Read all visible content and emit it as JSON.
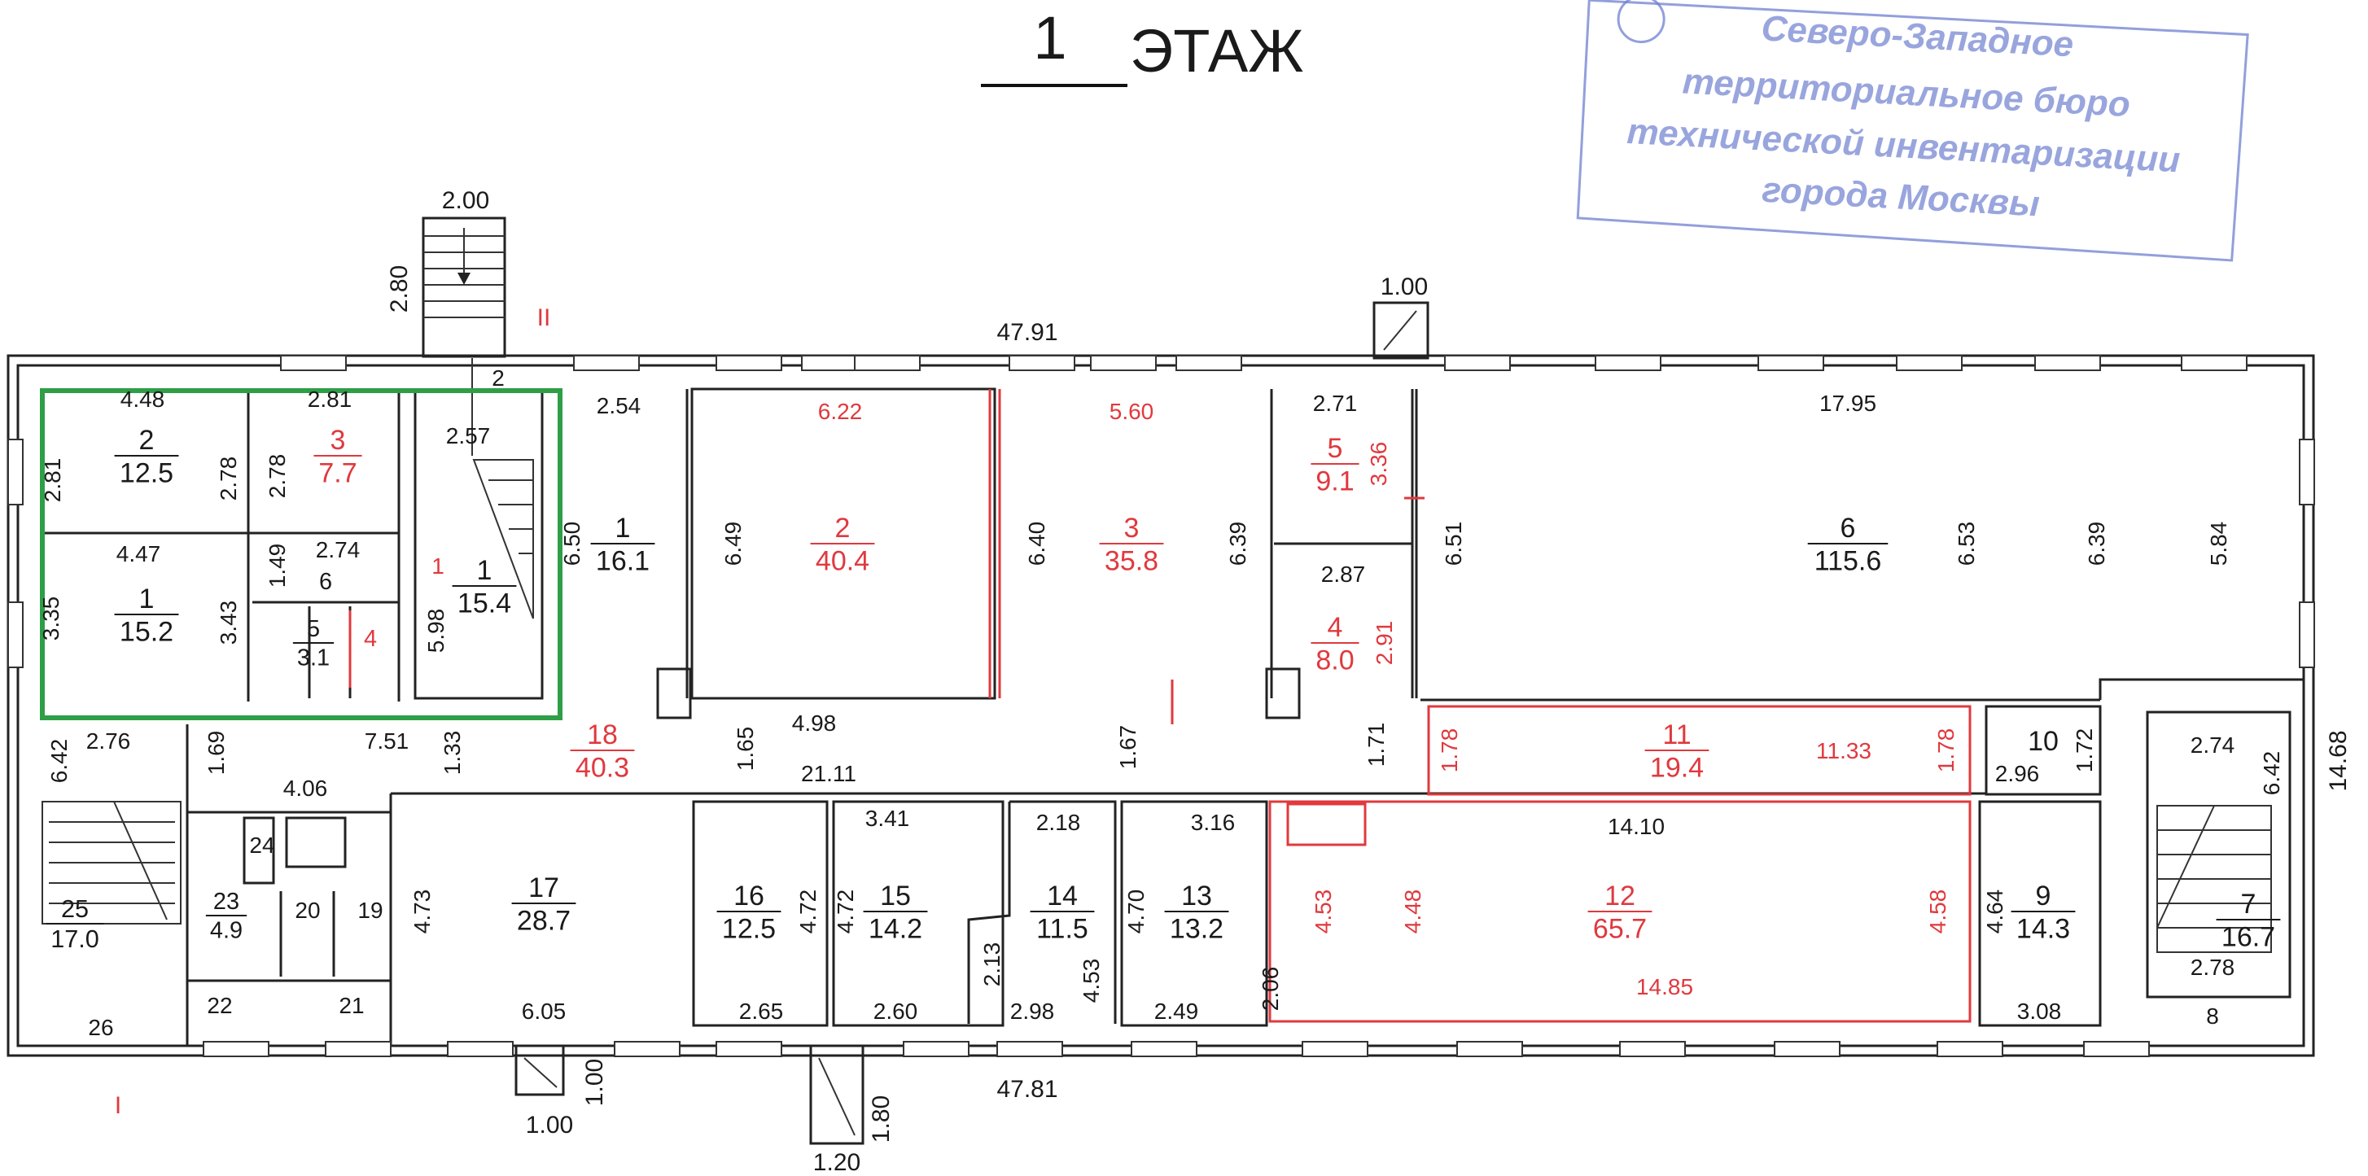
{
  "floor": {
    "number": "1",
    "title": "ЭТАЖ"
  },
  "stamp": {
    "lines": [
      "Северо-Западное",
      "территориальное бюро",
      "технической инвентаризации",
      "города Москвы"
    ]
  },
  "section_marks": [
    "II",
    "I"
  ],
  "overall_dims": [
    {
      "id": "top",
      "text": "47.91"
    },
    {
      "id": "bottom",
      "text": "47.81"
    },
    {
      "id": "right",
      "text": "14.68"
    }
  ],
  "annex_dims": [
    {
      "id": "stair-n-width",
      "text": "2.00"
    },
    {
      "id": "stair-n-depth",
      "text": "2.80"
    },
    {
      "id": "entry-n-width",
      "text": "1.00"
    },
    {
      "id": "entry-s1-w",
      "text": "1.00"
    },
    {
      "id": "entry-s1-d",
      "text": "1.00"
    },
    {
      "id": "entry-s2-w",
      "text": "1.20"
    },
    {
      "id": "entry-s2-d",
      "text": "1.80"
    }
  ],
  "rooms": [
    {
      "id": "hl-2",
      "num": "2",
      "area": "12.5",
      "red": false
    },
    {
      "id": "hl-3",
      "num": "3",
      "area": "7.7",
      "red": true
    },
    {
      "id": "hl-1",
      "num": "1",
      "area": "15.2",
      "red": false
    },
    {
      "id": "hl-6",
      "num": "6",
      "area": "",
      "red": false
    },
    {
      "id": "hl-5",
      "num": "5",
      "area": "3.1",
      "red": false
    },
    {
      "id": "hl-4",
      "num": "4",
      "area": "",
      "red": true
    },
    {
      "id": "hl-st",
      "num": "1",
      "area": "15.4",
      "red": false
    },
    {
      "id": "r1",
      "num": "1",
      "area": "16.1",
      "red": false
    },
    {
      "id": "r2",
      "num": "2",
      "area": "40.4",
      "red": true
    },
    {
      "id": "r3",
      "num": "3",
      "area": "35.8",
      "red": true
    },
    {
      "id": "r5",
      "num": "5",
      "area": "9.1",
      "red": true
    },
    {
      "id": "r4",
      "num": "4",
      "area": "8.0",
      "red": true
    },
    {
      "id": "r6",
      "num": "6",
      "area": "115.6",
      "red": false
    },
    {
      "id": "r18",
      "num": "18",
      "area": "40.3",
      "red": true
    },
    {
      "id": "r11",
      "num": "11",
      "area": "19.4",
      "red": true
    },
    {
      "id": "r10",
      "num": "10",
      "area": "",
      "red": false
    },
    {
      "id": "r17",
      "num": "17",
      "area": "28.7",
      "red": false
    },
    {
      "id": "r16",
      "num": "16",
      "area": "12.5",
      "red": false
    },
    {
      "id": "r15",
      "num": "15",
      "area": "14.2",
      "red": false
    },
    {
      "id": "r14",
      "num": "14",
      "area": "11.5",
      "red": false
    },
    {
      "id": "r13",
      "num": "13",
      "area": "13.2",
      "red": false
    },
    {
      "id": "r12",
      "num": "12",
      "area": "65.7",
      "red": true
    },
    {
      "id": "r9",
      "num": "9",
      "area": "14.3",
      "red": false
    },
    {
      "id": "r7",
      "num": "7",
      "area": "16.7",
      "red": false
    },
    {
      "id": "r25",
      "num": "25",
      "area": "17.0",
      "red": false
    },
    {
      "id": "r23",
      "num": "23",
      "area": "4.9",
      "red": false
    }
  ],
  "small_labels": [
    {
      "id": "n24",
      "text": "24"
    },
    {
      "id": "n20",
      "text": "20"
    },
    {
      "id": "n19",
      "text": "19"
    },
    {
      "id": "n22",
      "text": "22"
    },
    {
      "id": "n21",
      "text": "21"
    },
    {
      "id": "n26",
      "text": "26"
    },
    {
      "id": "n8",
      "text": "8"
    },
    {
      "id": "n2small",
      "text": "2"
    },
    {
      "id": "n1red",
      "text": "1"
    }
  ],
  "dims": [
    {
      "id": "d448",
      "text": "4.48",
      "red": false
    },
    {
      "id": "d281a",
      "text": "2.81",
      "red": false
    },
    {
      "id": "d281b",
      "text": "2.81",
      "red": false
    },
    {
      "id": "d278a",
      "text": "2.78",
      "red": false
    },
    {
      "id": "d278b",
      "text": "2.78",
      "red": false
    },
    {
      "id": "d257",
      "text": "2.57",
      "red": false
    },
    {
      "id": "d254",
      "text": "2.54",
      "red": false
    },
    {
      "id": "d447",
      "text": "4.47",
      "red": false
    },
    {
      "id": "d274a",
      "text": "2.74",
      "red": false
    },
    {
      "id": "d149",
      "text": "1.49",
      "red": false
    },
    {
      "id": "d335",
      "text": "3.35",
      "red": false
    },
    {
      "id": "d343",
      "text": "3.43",
      "red": false
    },
    {
      "id": "d598",
      "text": "5.98",
      "red": false
    },
    {
      "id": "d650",
      "text": "6.50",
      "red": false
    },
    {
      "id": "d622",
      "text": "6.22",
      "red": true
    },
    {
      "id": "d649",
      "text": "6.49",
      "red": false
    },
    {
      "id": "d560",
      "text": "5.60",
      "red": true
    },
    {
      "id": "d640",
      "text": "6.40",
      "red": false
    },
    {
      "id": "d639a",
      "text": "6.39",
      "red": false
    },
    {
      "id": "d271",
      "text": "2.71",
      "red": false
    },
    {
      "id": "d336",
      "text": "3.36",
      "red": true
    },
    {
      "id": "d287",
      "text": "2.87",
      "red": false
    },
    {
      "id": "d291",
      "text": "2.91",
      "red": true
    },
    {
      "id": "d651",
      "text": "6.51",
      "red": false
    },
    {
      "id": "d1795",
      "text": "17.95",
      "red": false
    },
    {
      "id": "d653",
      "text": "6.53",
      "red": false
    },
    {
      "id": "d639b",
      "text": "6.39",
      "red": false
    },
    {
      "id": "d584",
      "text": "5.84",
      "red": false
    },
    {
      "id": "d642a",
      "text": "6.42",
      "red": false
    },
    {
      "id": "d276",
      "text": "2.76",
      "red": false
    },
    {
      "id": "d169",
      "text": "1.69",
      "red": false
    },
    {
      "id": "d751",
      "text": "7.51",
      "red": false
    },
    {
      "id": "d133",
      "text": "1.33",
      "red": false
    },
    {
      "id": "d406",
      "text": "4.06",
      "red": false
    },
    {
      "id": "d498",
      "text": "4.98",
      "red": false
    },
    {
      "id": "d165",
      "text": "1.65",
      "red": false
    },
    {
      "id": "d2111",
      "text": "21.11",
      "red": false
    },
    {
      "id": "d167",
      "text": "1.67",
      "red": false
    },
    {
      "id": "d171",
      "text": "1.71",
      "red": false
    },
    {
      "id": "d178a",
      "text": "1.78",
      "red": true
    },
    {
      "id": "d1133",
      "text": "11.33",
      "red": true
    },
    {
      "id": "d178b",
      "text": "1.78",
      "red": true
    },
    {
      "id": "d296",
      "text": "2.96",
      "red": false
    },
    {
      "id": "d172",
      "text": "1.72",
      "red": false
    },
    {
      "id": "d274b",
      "text": "2.74",
      "red": false
    },
    {
      "id": "d642b",
      "text": "6.42",
      "red": false
    },
    {
      "id": "d341",
      "text": "3.41",
      "red": false
    },
    {
      "id": "d218",
      "text": "2.18",
      "red": false
    },
    {
      "id": "d316",
      "text": "3.16",
      "red": false
    },
    {
      "id": "d1410",
      "text": "14.10",
      "red": false
    },
    {
      "id": "d473",
      "text": "4.73",
      "red": false
    },
    {
      "id": "d472a",
      "text": "4.72",
      "red": false
    },
    {
      "id": "d472b",
      "text": "4.72",
      "red": false
    },
    {
      "id": "d213",
      "text": "2.13",
      "red": false
    },
    {
      "id": "d453a",
      "text": "4.53",
      "red": false
    },
    {
      "id": "d470",
      "text": "4.70",
      "red": false
    },
    {
      "id": "d453b",
      "text": "4.53",
      "red": true
    },
    {
      "id": "d448b",
      "text": "4.48",
      "red": true
    },
    {
      "id": "d458",
      "text": "4.58",
      "red": true
    },
    {
      "id": "d464",
      "text": "4.64",
      "red": false
    },
    {
      "id": "d206",
      "text": "2.06",
      "red": false
    },
    {
      "id": "d605",
      "text": "6.05",
      "red": false
    },
    {
      "id": "d265",
      "text": "2.65",
      "red": false
    },
    {
      "id": "d260",
      "text": "2.60",
      "red": false
    },
    {
      "id": "d298",
      "text": "2.98",
      "red": false
    },
    {
      "id": "d249",
      "text": "2.49",
      "red": false
    },
    {
      "id": "d1485",
      "text": "14.85",
      "red": true
    },
    {
      "id": "d308",
      "text": "3.08",
      "red": false
    },
    {
      "id": "d278c",
      "text": "2.78",
      "red": false
    }
  ]
}
